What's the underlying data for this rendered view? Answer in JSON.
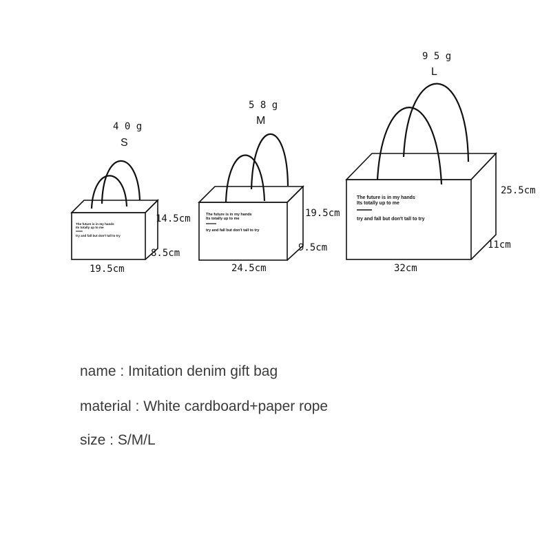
{
  "bags": [
    {
      "id": "small",
      "weight": "4 0 g",
      "size": "S",
      "height": "14.5cm",
      "depth": "8.5cm",
      "width": "19.5cm",
      "slogan_line1": "The future is in my hands",
      "slogan_line2": "Its totally up to me",
      "slogan_line3": "try and fall but don't  tall to try"
    },
    {
      "id": "medium",
      "weight": "5 8 g",
      "size": "M",
      "height": "19.5cm",
      "depth": "9.5cm",
      "width": "24.5cm",
      "slogan_line1": "The future is in my hands",
      "slogan_line2": "Its totally up to me",
      "slogan_line3": "try and fall but don't  tall to try"
    },
    {
      "id": "large",
      "weight": "9 5 g",
      "size": "L",
      "height": "25.5cm",
      "depth": "11cm",
      "width": "32cm",
      "slogan_line1": "The future is in my hands",
      "slogan_line2": "Its totally up to me",
      "slogan_line3": "try and fall but don't  tall to try"
    }
  ],
  "specs": {
    "name": "name : Imitation denim gift bag",
    "material": "material : White cardboard+paper rope",
    "size": "size : S/M/L"
  }
}
